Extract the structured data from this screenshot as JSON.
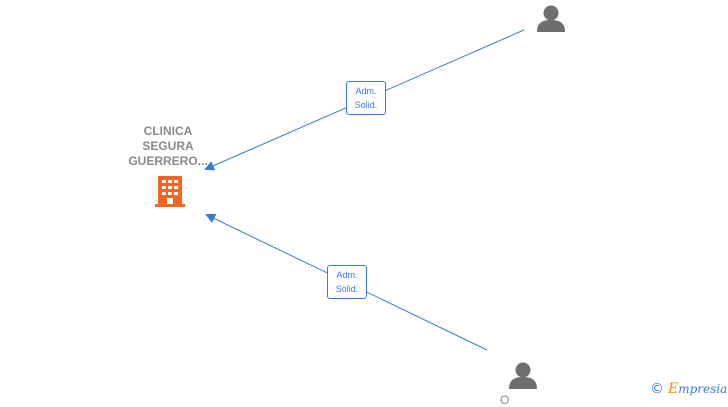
{
  "company": {
    "name_lines": [
      "CLINICA",
      "SEGURA",
      "GUERRERO..."
    ],
    "icon": "building-icon",
    "color": "#f26522"
  },
  "people": [
    {
      "icon": "person-icon",
      "name": ""
    },
    {
      "icon": "person-icon",
      "name": "O"
    }
  ],
  "edges": [
    {
      "label_line1": "Adm.",
      "label_line2": "Solid."
    },
    {
      "label_line1": "Adm.",
      "label_line2": "Solid."
    }
  ],
  "colors": {
    "edge": "#3a7bd5",
    "person": "#6e6e6e",
    "label_text": "#8a8a8a"
  },
  "watermark": {
    "copyright": "©",
    "brand_first": "E",
    "brand_rest": "mpresia"
  }
}
